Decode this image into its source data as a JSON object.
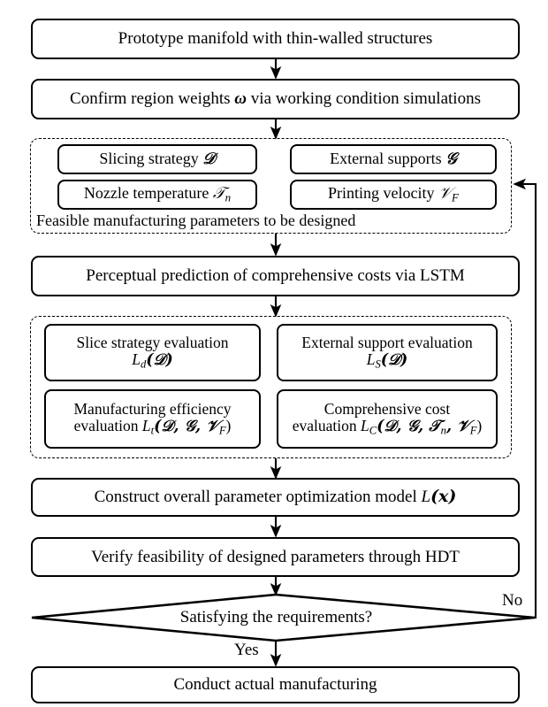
{
  "diagram": {
    "title_text": "Manufacturing parameter optimization flowchart",
    "line_color": "#000000",
    "background": "#ffffff",
    "nodes": {
      "prototype": "Prototype manifold with thin-walled structures",
      "confirm_weights_pre": "Confirm region weights ",
      "confirm_weights_sym": "ω",
      "confirm_weights_post": " via working condition simulations",
      "slicing_strategy_pre": "Slicing strategy ",
      "slicing_strategy_sym": "𝒟",
      "external_supports_pre": "External supports ",
      "external_supports_sym": "𝒢",
      "nozzle_temperature_pre": "Nozzle temperature ",
      "nozzle_temperature_sym": "𝒯",
      "nozzle_temperature_sub": "n",
      "printing_velocity_pre": "Printing velocity ",
      "printing_velocity_sym": "𝒱",
      "printing_velocity_sub": "F",
      "lstm": "Perceptual prediction of comprehensive costs via LSTM",
      "slice_eval_line1": "Slice strategy evaluation",
      "slice_eval_L": "L",
      "slice_eval_sub": "d",
      "slice_eval_args": "(𝒟)",
      "support_eval_line1": "External support evaluation",
      "support_eval_L": "L",
      "support_eval_sub": "S",
      "support_eval_args": "(𝒟)",
      "efficiency_eval_line1": "Manufacturing efficiency",
      "efficiency_eval_line2_pre": "evaluation ",
      "efficiency_eval_L": "L",
      "efficiency_eval_sub": "t",
      "efficiency_eval_args": "(𝒟, 𝒢, 𝒱",
      "efficiency_eval_args_sub": "F",
      "efficiency_eval_args_end": ")",
      "cost_eval_line1": "Comprehensive cost",
      "cost_eval_line2_pre": "evaluation ",
      "cost_eval_L": "L",
      "cost_eval_sub": "C",
      "cost_eval_args": "(𝒟, 𝒢, 𝒯",
      "cost_eval_args_sub1": "n",
      "cost_eval_args_mid": ", 𝒱",
      "cost_eval_args_sub2": "F",
      "cost_eval_args_end": ")",
      "construct_model_pre": "Construct overall parameter optimization  model ",
      "construct_model_L": "L",
      "construct_model_args": "(𝒙)",
      "verify_hdt": "Verify feasibility of designed parameters through HDT",
      "decision": "Satisfying the requirements?",
      "conduct": "Conduct actual manufacturing"
    },
    "group_captions": {
      "feasible_params": "Feasible manufacturing parameters to be designed"
    },
    "edge_labels": {
      "no": "No",
      "yes": "Yes"
    }
  }
}
